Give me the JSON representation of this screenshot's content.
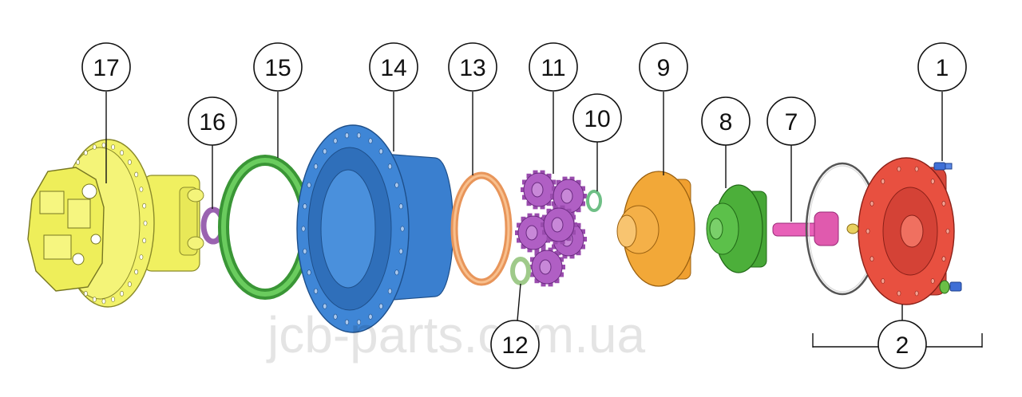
{
  "diagram": {
    "watermark": "jcb-parts.com.ua",
    "callouts": {
      "c1": "1",
      "c2": "2",
      "c7": "7",
      "c8": "8",
      "c9": "9",
      "c10": "10",
      "c11": "11",
      "c12": "12",
      "c13": "13",
      "c14": "14",
      "c15": "15",
      "c16": "16",
      "c17": "17"
    },
    "colors": {
      "motor": "#f0f060",
      "seal_16": "#c79ad6",
      "ring_15": "#4fb84a",
      "hub_14": "#3f86d6",
      "shim_13": "#f2a86a",
      "planet_gears_11": "#b05fc4",
      "ring_10": "#bfe3c8",
      "thrust_12": "#c9e6b8",
      "carrier_9": "#f0a030",
      "carrier_8": "#4caf3a",
      "shaft_7": "#e860b8",
      "snap_ring": "#777777",
      "cover_2": "#e85040",
      "bolt_1": "#3f6fd6"
    }
  }
}
